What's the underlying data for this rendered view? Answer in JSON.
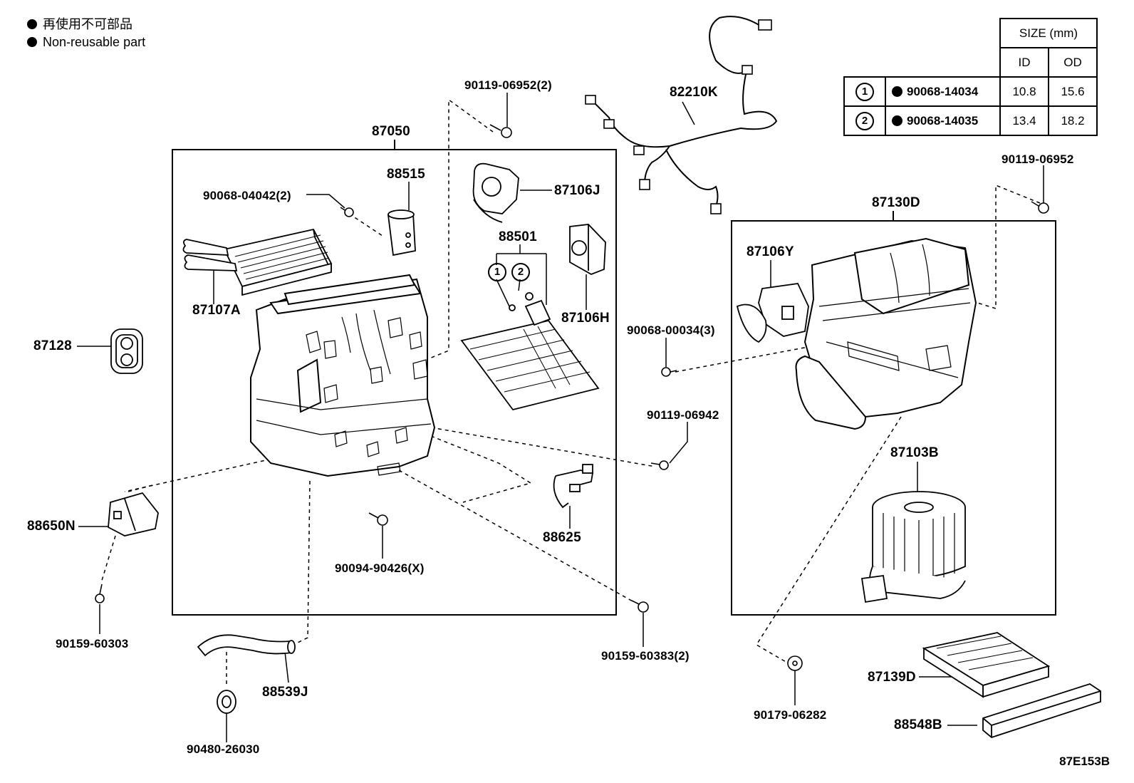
{
  "legend": {
    "line_jp": "再使用不可部品",
    "line_en": "Non-reusable part"
  },
  "size_table": {
    "title": "SIZE (mm)",
    "col_id": "ID",
    "col_od": "OD",
    "rows": [
      {
        "key": "1",
        "part": "90068-14034",
        "id": "10.8",
        "od": "15.6"
      },
      {
        "key": "2",
        "part": "90068-14035",
        "id": "13.4",
        "od": "18.2"
      }
    ]
  },
  "labels": {
    "p87050": "87050",
    "p90119_06952_2": "90119-06952(2)",
    "p82210K": "82210K",
    "p88515": "88515",
    "p90068_04042_2": "90068-04042(2)",
    "p87106J": "87106J",
    "p88501": "88501",
    "p87106H": "87106H",
    "p87107A": "87107A",
    "p87128": "87128",
    "p88650N": "88650N",
    "p90159_60303": "90159-60303",
    "p90094_90426X": "90094-90426(X)",
    "p88625": "88625",
    "p88539J": "88539J",
    "p90480_26030": "90480-26030",
    "p90159_60383_2": "90159-60383(2)",
    "p90119_06942": "90119-06942",
    "p90068_00034_3": "90068-00034(3)",
    "p90119_06952": "90119-06952",
    "p87130D": "87130D",
    "p87106Y": "87106Y",
    "p87103B": "87103B",
    "p90179_06282": "90179-06282",
    "p87139D": "87139D",
    "p88548B": "88548B",
    "circle1": "1",
    "circle2": "2",
    "diagram_code": "87E153B"
  }
}
